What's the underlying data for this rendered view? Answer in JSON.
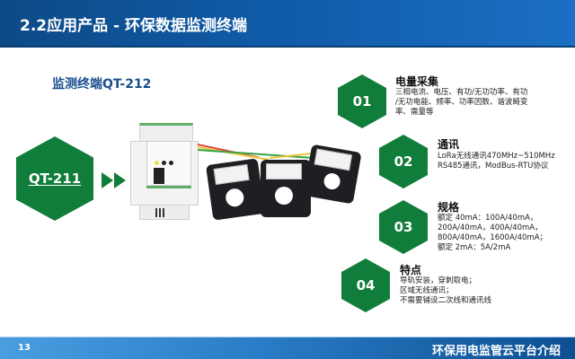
{
  "header": {
    "title": "2.2应用产品 - 环保数据监测终端"
  },
  "subtitle": "监测终端QT-212",
  "main_badge": {
    "label": "QT-211"
  },
  "features": [
    {
      "num": "01",
      "title": "电量采集",
      "lines": [
        "三相电流、电压、有功/无功功率、有功",
        "/无功电能、频率、功率因数、谐波畸变",
        "率、需量等"
      ]
    },
    {
      "num": "02",
      "title": "通讯",
      "lines": [
        "LoRa无线通讯470MHz~510MHz",
        "RS485通讯，ModBus-RTU协议"
      ]
    },
    {
      "num": "03",
      "title": "规格",
      "lines": [
        "额定 40mA：100A/40mA，",
        "200A/40mA，400A/40mA，",
        "800A/40mA，1600A/40mA；",
        "额定 2mA：5A/2mA"
      ]
    },
    {
      "num": "04",
      "title": "特点",
      "lines": [
        "导轨安装，穿刺取电；",
        "区域无线通讯；",
        "不需要铺设二次线和通讯线"
      ]
    }
  ],
  "footer": {
    "page_number": "13",
    "title": "环保用电监管云平台介绍"
  },
  "colors": {
    "header_blue": "#0f5aa6",
    "accent_green": "#117d3a",
    "subtitle_blue": "#1a4f8f"
  }
}
